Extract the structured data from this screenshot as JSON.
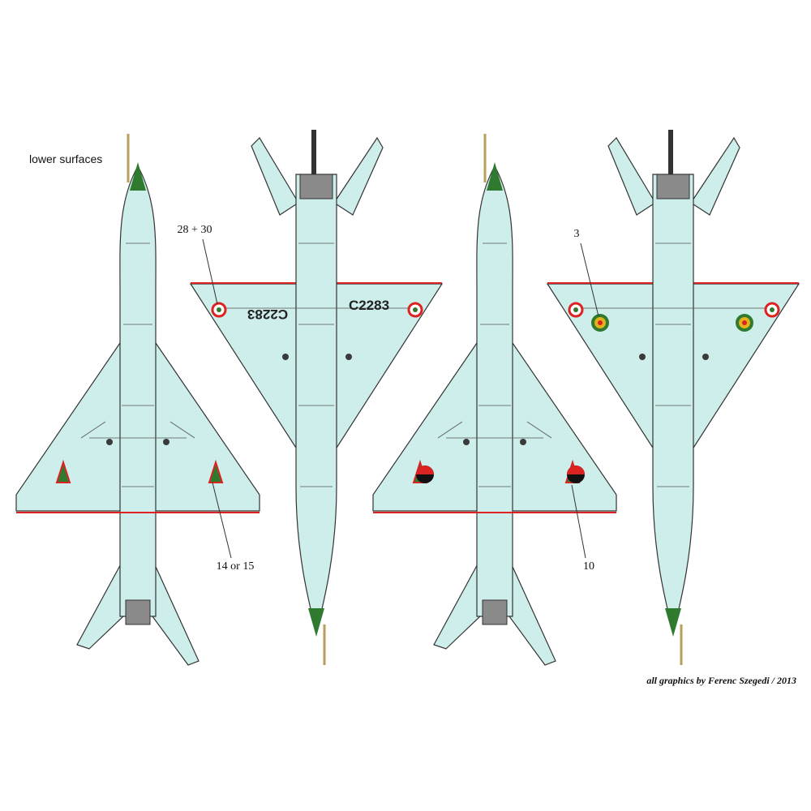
{
  "caption": "lower surfaces",
  "credit": "all graphics by Ferenc Szegedi / 2013",
  "callouts": {
    "c1": "28 + 30",
    "c2": "14 or 15",
    "c3": "3",
    "c4": "10"
  },
  "serials": {
    "left": "C2283",
    "right": "C2283"
  },
  "colors": {
    "skin": "#cdeeea",
    "nose": "#2f7a2f",
    "leading_edge": "#d22",
    "exhaust": "#8a8a8a"
  }
}
